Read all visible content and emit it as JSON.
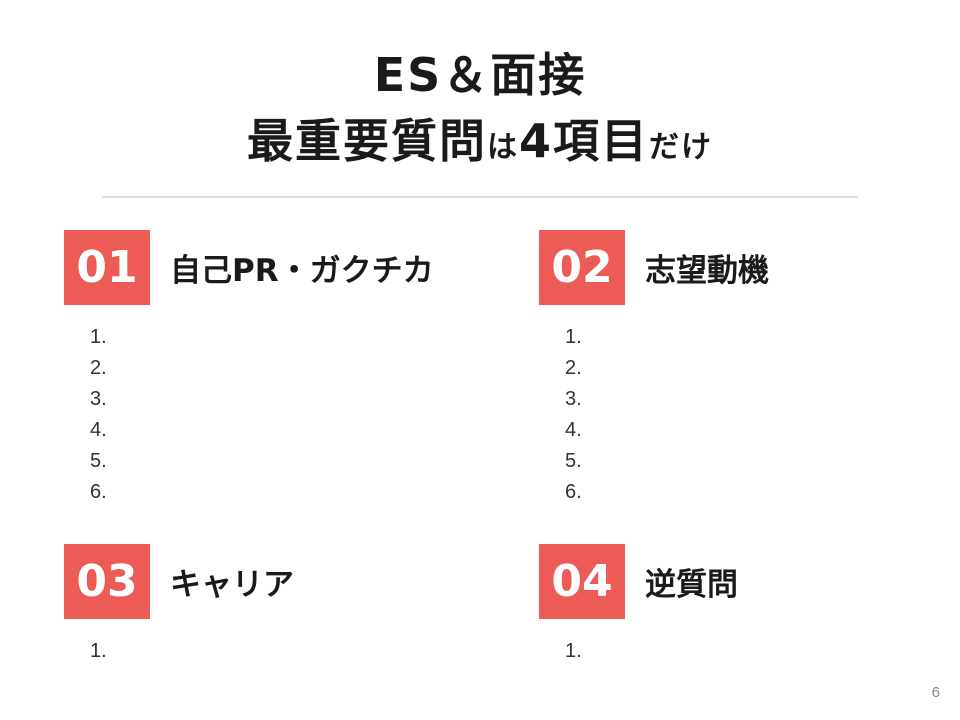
{
  "colors": {
    "accent": "#ec5b56"
  },
  "title": {
    "line1": "ES＆面接",
    "line2_main": "最重要質問",
    "line2_particle": "は",
    "line2_count": "4項目",
    "line2_tail": "だけ"
  },
  "sections": [
    {
      "number": "01",
      "heading": "自己PR・ガクチカ",
      "items": [
        "1.",
        "2.",
        "3.",
        "4.",
        "5.",
        "6."
      ]
    },
    {
      "number": "02",
      "heading": "志望動機",
      "items": [
        "1.",
        "2.",
        "3.",
        "4.",
        "5.",
        "6."
      ]
    },
    {
      "number": "03",
      "heading": "キャリア",
      "items": [
        "1."
      ]
    },
    {
      "number": "04",
      "heading": "逆質問",
      "items": [
        "1."
      ]
    }
  ],
  "page_number": "6"
}
